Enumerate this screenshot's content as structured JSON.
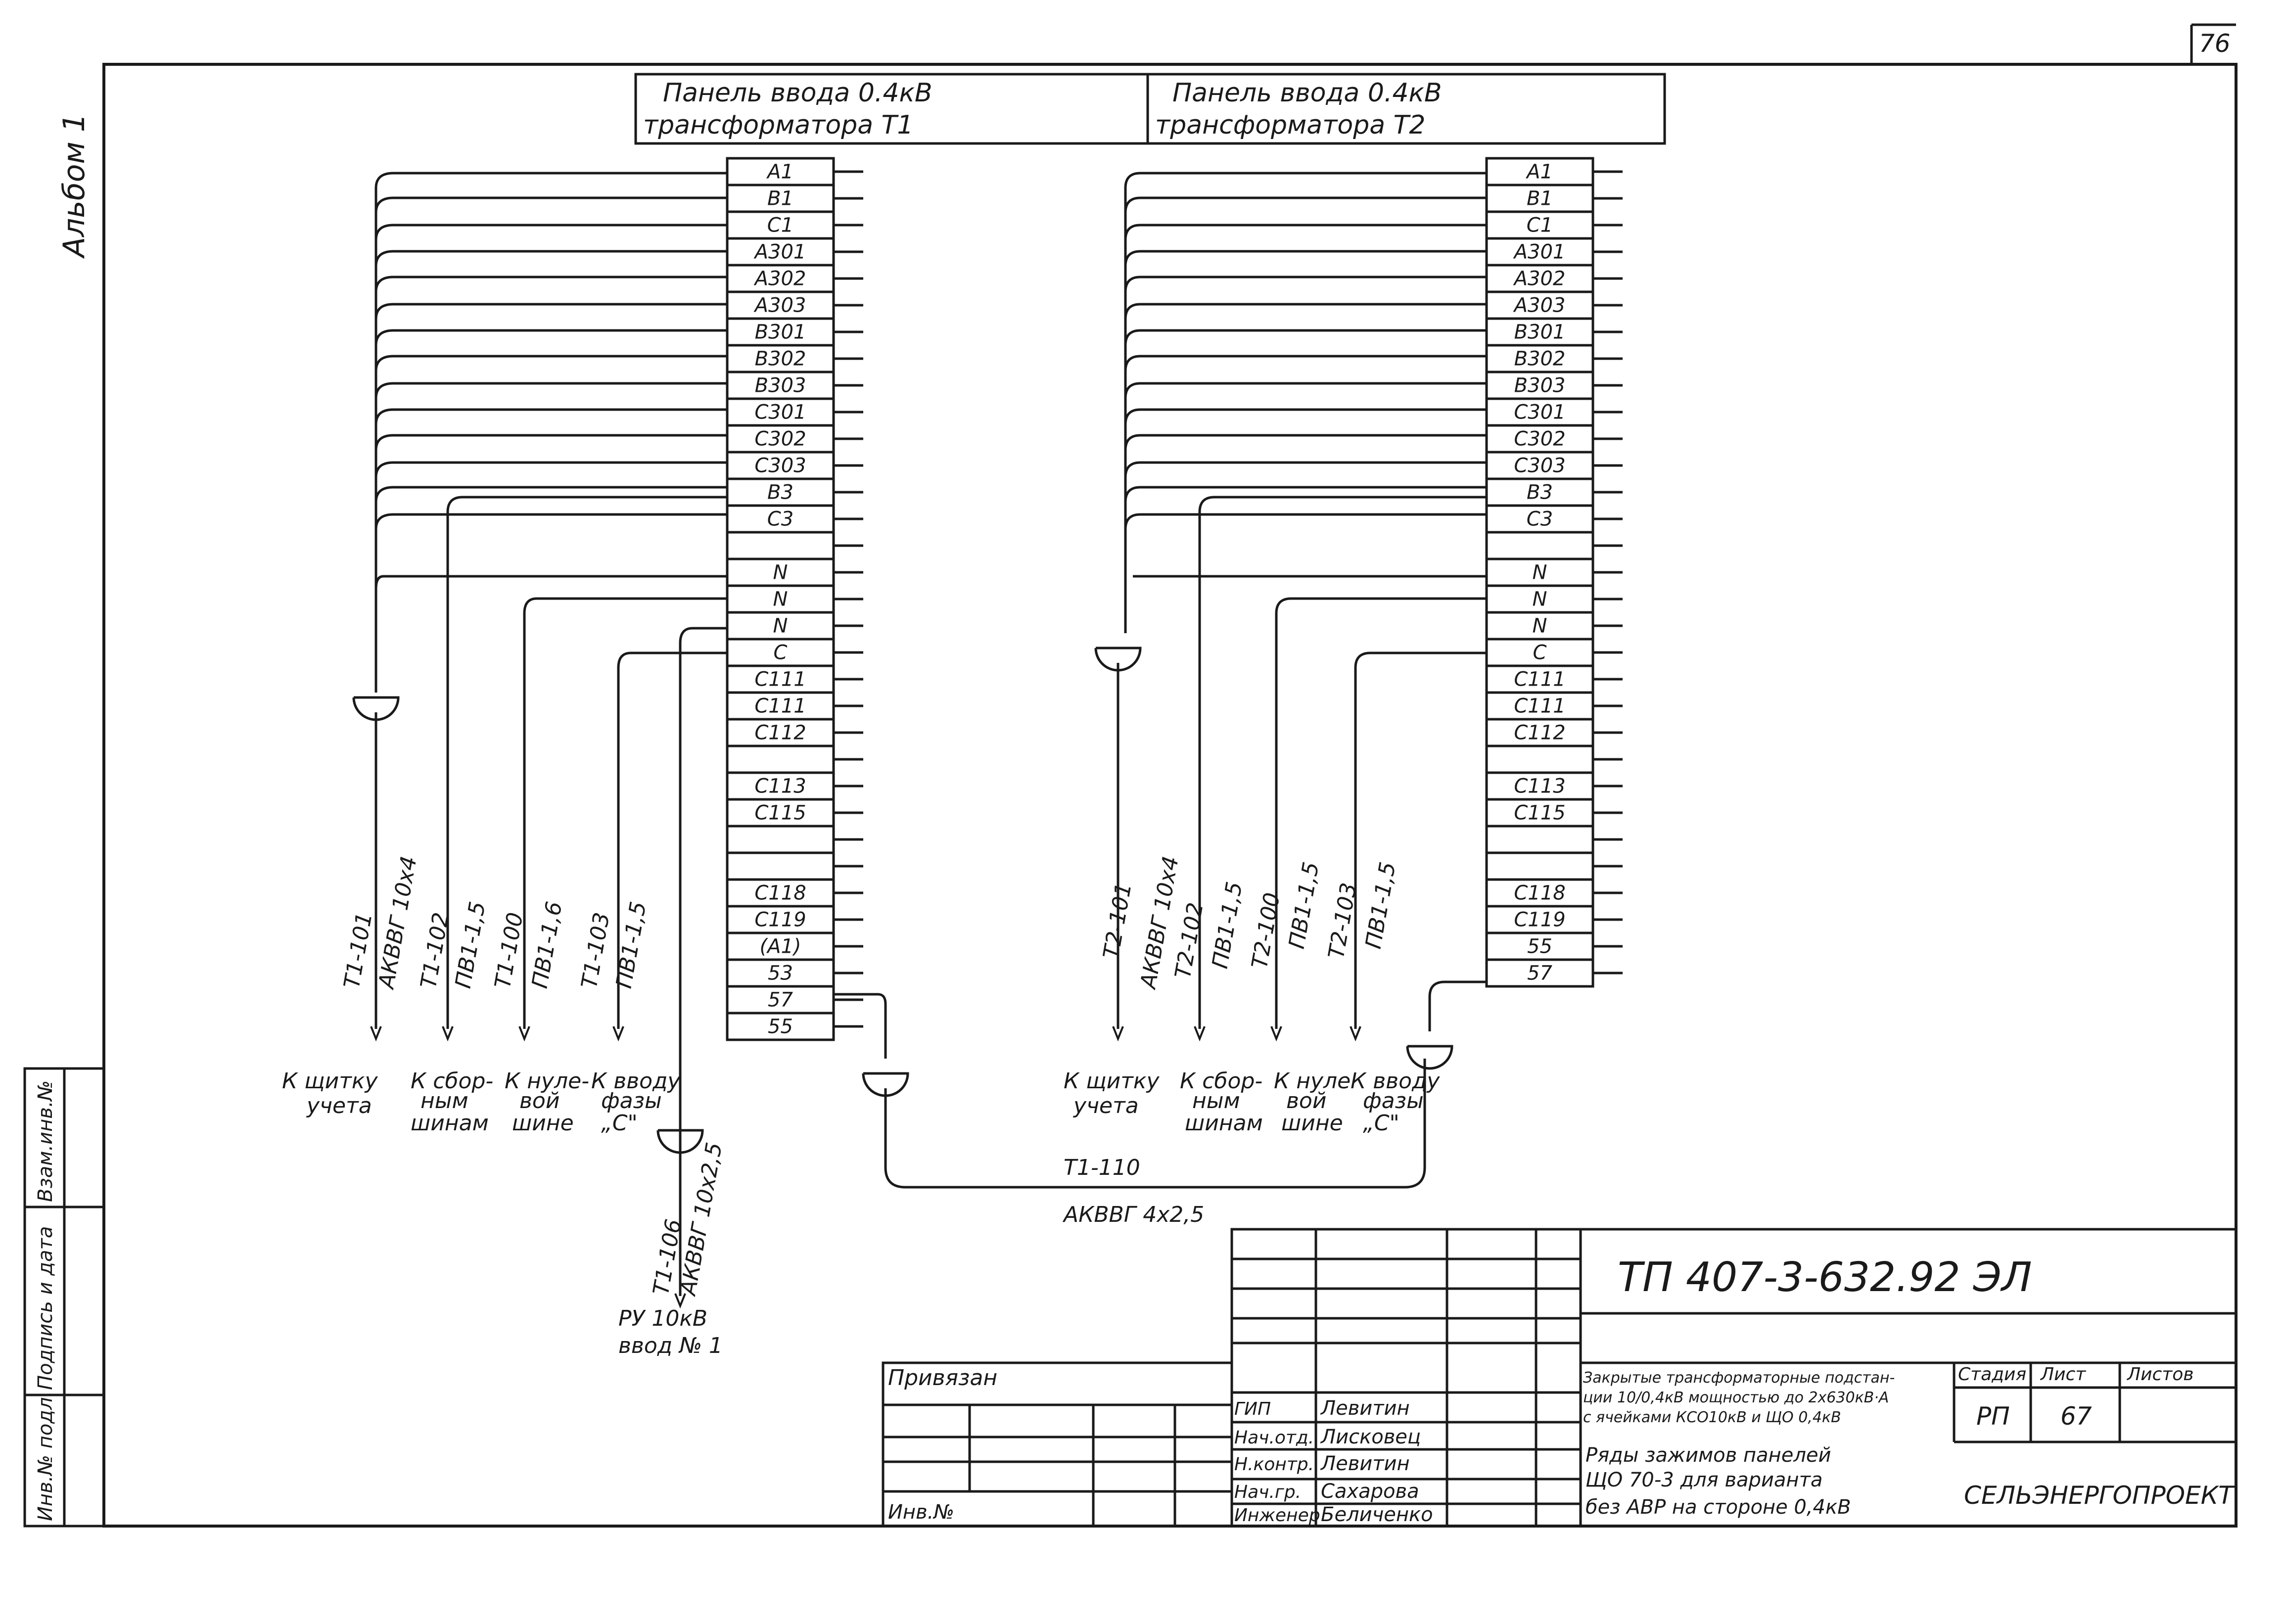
{
  "page_number": "76",
  "album_label": "Альбом 1",
  "panel_t1": {
    "line1": "Панель ввода 0.4кВ",
    "line2": "трансформатора Т1"
  },
  "panel_t2": {
    "line1": "Панель ввода 0.4кВ",
    "line2": "трансформатора Т2"
  },
  "terminals_t1": [
    "А1",
    "В1",
    "С1",
    "А301",
    "А302",
    "А303",
    "В301",
    "В302",
    "В303",
    "С301",
    "С302",
    "С303",
    "В3",
    "С3",
    "",
    "N",
    "N",
    "N",
    "С",
    "С111",
    "С111",
    "С112",
    "",
    "С113",
    "С115",
    "",
    "",
    "С118",
    "С119",
    "(А1)",
    "53",
    "57",
    "55"
  ],
  "terminals_t2": [
    "А1",
    "В1",
    "С1",
    "А301",
    "А302",
    "А303",
    "В301",
    "В302",
    "В303",
    "С301",
    "С302",
    "С303",
    "В3",
    "С3",
    "",
    "N",
    "N",
    "N",
    "С",
    "С111",
    "С111",
    "С112",
    "",
    "С113",
    "С115",
    "",
    "",
    "С118",
    "С119",
    "55",
    "57"
  ],
  "cables_t1": [
    {
      "id": "Т1-101",
      "type": "АКВВГ 10х4",
      "dest": [
        "К щитку",
        "учета"
      ]
    },
    {
      "id": "Т1-102",
      "type": "ПВ1-1,5",
      "dest": [
        "К сбор-",
        "ным",
        "шинам"
      ]
    },
    {
      "id": "Т1-100",
      "type": "ПВ1-1,6",
      "dest": [
        "К нуле-",
        "вой",
        "шине"
      ]
    },
    {
      "id": "Т1-103",
      "type": "ПВ1-1,5",
      "dest": [
        "К вводу",
        "фазы",
        "„С\""
      ]
    }
  ],
  "cables_t2": [
    {
      "id": "Т2-101",
      "type": "АКВВГ 10х4",
      "dest": [
        "К щитку",
        "учета"
      ]
    },
    {
      "id": "Т2-102",
      "type": "ПВ1-1,5",
      "dest": [
        "К сбор-",
        "ным",
        "шинам"
      ]
    },
    {
      "id": "Т2-100",
      "type": "ПВ1-1,5",
      "dest": [
        "К нуле",
        "вой",
        "шине"
      ]
    },
    {
      "id": "Т2-103",
      "type": "ПВ1-1,5",
      "dest": [
        "К вводу",
        "фазы",
        "„С\""
      ]
    }
  ],
  "cable_ru": {
    "id": "Т1-106",
    "type": "АКВВГ 10х2,5",
    "dest": [
      "РУ 10кВ",
      "ввод № 1"
    ]
  },
  "cable_link": {
    "id": "Т1-110",
    "type": "АКВВГ 4х2,5"
  },
  "left_stamp": [
    "Инв.№ подл.",
    "Подпись и дата",
    "Взам.инв.№"
  ],
  "title_block": {
    "doc_code": "ТП 407-3-632.92 ЭЛ",
    "privyazan": "Привязан",
    "inv_no": "Инв.№",
    "roles": [
      "ГИП",
      "Нач.отд.",
      "Н.контр.",
      "Нач.гр.",
      "Инженер"
    ],
    "names": [
      "Левитин",
      "Лисковец",
      "Левитин",
      "Сахарова",
      "Беличенко"
    ],
    "object_desc": [
      "Закрытые трансформаторные подстан-",
      "ции 10/0,4кВ мощностью до 2х630кВ·А",
      "с ячейками КСО10кВ и ЩО 0,4кВ"
    ],
    "sheet_desc": [
      "Ряды зажимов панелей",
      "ЩО 70-3 для варианта",
      "без АВР на стороне 0,4кВ"
    ],
    "stage_label": "Стадия",
    "sheet_label": "Лист",
    "sheets_label": "Листов",
    "stage": "РП",
    "sheet": "67",
    "org": "СЕЛЬЭНЕРГОПРОЕКТ"
  }
}
